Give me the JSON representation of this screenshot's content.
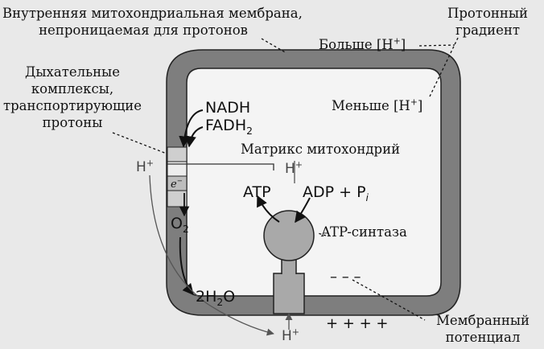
{
  "labels": {
    "membrane_title_1": "Внутренняя митохондриальная мембрана,",
    "membrane_title_2": "непроницаемая для протонов",
    "gradient_1": "Протонный",
    "gradient_2": "градиент",
    "more_h_prefix": "Больше [H",
    "less_h_prefix": "Меньше [H",
    "h_sup": "+",
    "h_close": "]",
    "resp_1": "Дыхательные",
    "resp_2": "комплексы,",
    "resp_3": "транспортирующие",
    "resp_4": "протоны",
    "matrix": "Матрикс митохондрий",
    "atp_synthase": "ATP-синтаза",
    "membrane_potential_1": "Мембранный",
    "membrane_potential_2": "потенциал"
  },
  "molecules": {
    "nadh": "NADH",
    "fadh_base": "FADH",
    "fadh_sub": "2",
    "o2_base": "O",
    "o2_sub": "2",
    "h2o_pre": "2H",
    "h2o_sub": "2",
    "h2o_post": "O",
    "h": "H",
    "h_plus": "+",
    "electron": "e",
    "electron_sup": "−",
    "atp": "ATP",
    "adp_pi_base": "ADP + P",
    "pi_sub": "i"
  },
  "charges": {
    "minus": "– – –",
    "plus": "+ + + +"
  },
  "colors": {
    "membrane": "#7e7e7e",
    "membrane_edge": "#222222",
    "synthase": "#a9a9a9",
    "matrix": "#f4f4f4",
    "background": "#e9e9e9"
  }
}
